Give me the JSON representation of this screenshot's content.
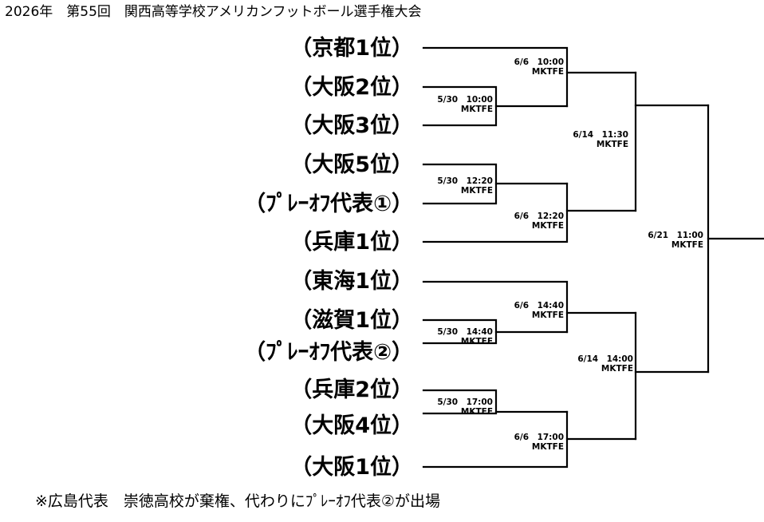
{
  "title": "2026年　第55回　関西高等学校アメリカンフットボール選手権大会",
  "teams": [
    "（京都1位）",
    "（大阪2位）",
    "（大阪3位）",
    "（大阪5位）",
    "（ﾌﾟﾚｰｵﾌ代表①）",
    "（兵庫1位）",
    "（東海1位）",
    "（滋賀1位）",
    "（ﾌﾟﾚｰｵﾌ代表②）",
    "（兵庫2位）",
    "（大阪4位）",
    "（大阪1位）"
  ],
  "matches": [
    {
      "round": 1,
      "date": "5/30　10:00",
      "venue": "MKTFE"
    },
    {
      "round": 1,
      "date": "5/30　12:20",
      "venue": "MKTFE"
    },
    {
      "round": 1,
      "date": "5/30　14:40",
      "venue": "MKTFE"
    },
    {
      "round": 1,
      "date": "5/30　17:00",
      "venue": "MKTFE"
    },
    {
      "round": 2,
      "date": "6/6　10:00",
      "venue": "MKTFE"
    },
    {
      "round": 2,
      "date": "6/6　12:20",
      "venue": "MKTFE"
    },
    {
      "round": 2,
      "date": "6/6　14:40",
      "venue": "MKTFE"
    },
    {
      "round": 2,
      "date": "6/6　17:00",
      "venue": "MKTFE"
    },
    {
      "round": 3,
      "date": "6/14　11:30",
      "venue": "MKTFE"
    },
    {
      "round": 3,
      "date": "6/14　14:00",
      "venue": "MKTFE"
    },
    {
      "round": 4,
      "date": "6/21　11:00",
      "venue": "MKTFE"
    }
  ],
  "note": "※広島代表　崇徳高校が棄権、代わりにﾌﾟﾚｰｵﾌ代表②が出場"
}
